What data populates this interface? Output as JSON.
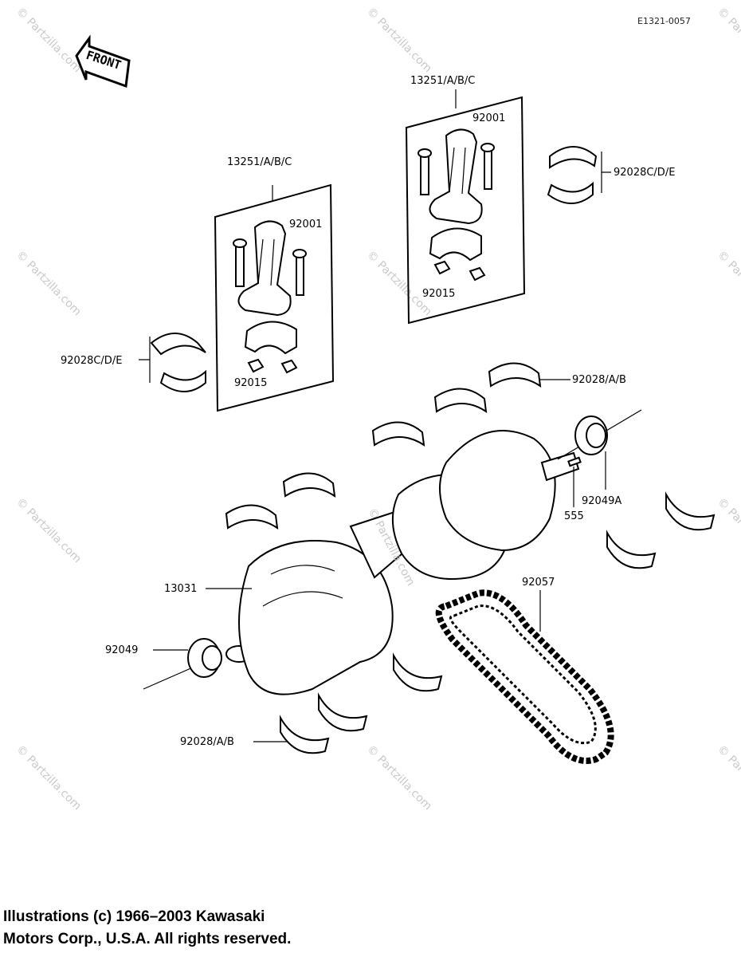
{
  "diagram_code": "E1321-0057",
  "front_label": "FRONT",
  "watermark": "© Partzilla.com",
  "labels": {
    "rod_set_left": "13251/A/B/C",
    "rod_set_right": "13251/A/B/C",
    "bolt_left": "92001",
    "bolt_right": "92001",
    "nut_left": "92015",
    "nut_right": "92015",
    "rod_bearing_left": "92028C/D/E",
    "rod_bearing_right": "92028C/D/E",
    "main_bearing_top": "92028/A/B",
    "main_bearing_bottom": "92028/A/B",
    "oil_seal_right": "92049A",
    "pin": "555",
    "crankshaft": "13031",
    "oil_seal_left": "92049",
    "chain": "92057"
  },
  "footer": {
    "line1": "Illustrations (c) 1966–2003 Kawasaki",
    "line2": "Motors Corp., U.S.A.  All rights reserved."
  }
}
